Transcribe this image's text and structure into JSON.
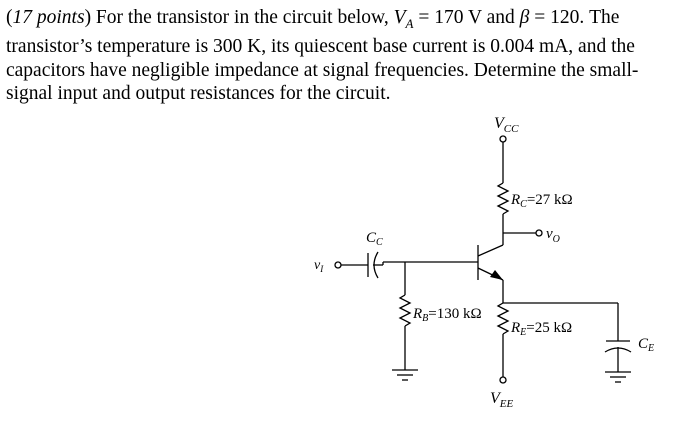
{
  "problem": {
    "lines": [
      [
        "(",
        {
          "i": "17 points"
        },
        ") For the transistor in the circuit below, ",
        {
          "i": "V"
        },
        {
          "sub": "A"
        },
        " = 170 V and ",
        {
          "i": "β"
        },
        " = 120.  The"
      ],
      [
        "transistor’s temperature is 300 K, its quiescent base current is 0.004 mA, and the"
      ],
      [
        "capacitors have negligible impedance at signal frequencies.  Determine the small-"
      ],
      [
        "signal input and output resistances for the circuit."
      ]
    ]
  },
  "circuit": {
    "vcc": {
      "main": "V",
      "sub": "CC"
    },
    "rc": {
      "main": "R",
      "sub": "C",
      "value": "=27 kΩ"
    },
    "vo": {
      "main": "v",
      "sub": "O"
    },
    "cc": {
      "main": "C",
      "sub": "C"
    },
    "vi": {
      "main": "v",
      "sub": "I"
    },
    "rb": {
      "main": "R",
      "sub": "B",
      "value": "=130 kΩ"
    },
    "re": {
      "main": "R",
      "sub": "E",
      "value": "=25 kΩ"
    },
    "ce": {
      "main": "C",
      "sub": "E"
    },
    "vee": {
      "main": "V",
      "sub": "EE"
    }
  }
}
